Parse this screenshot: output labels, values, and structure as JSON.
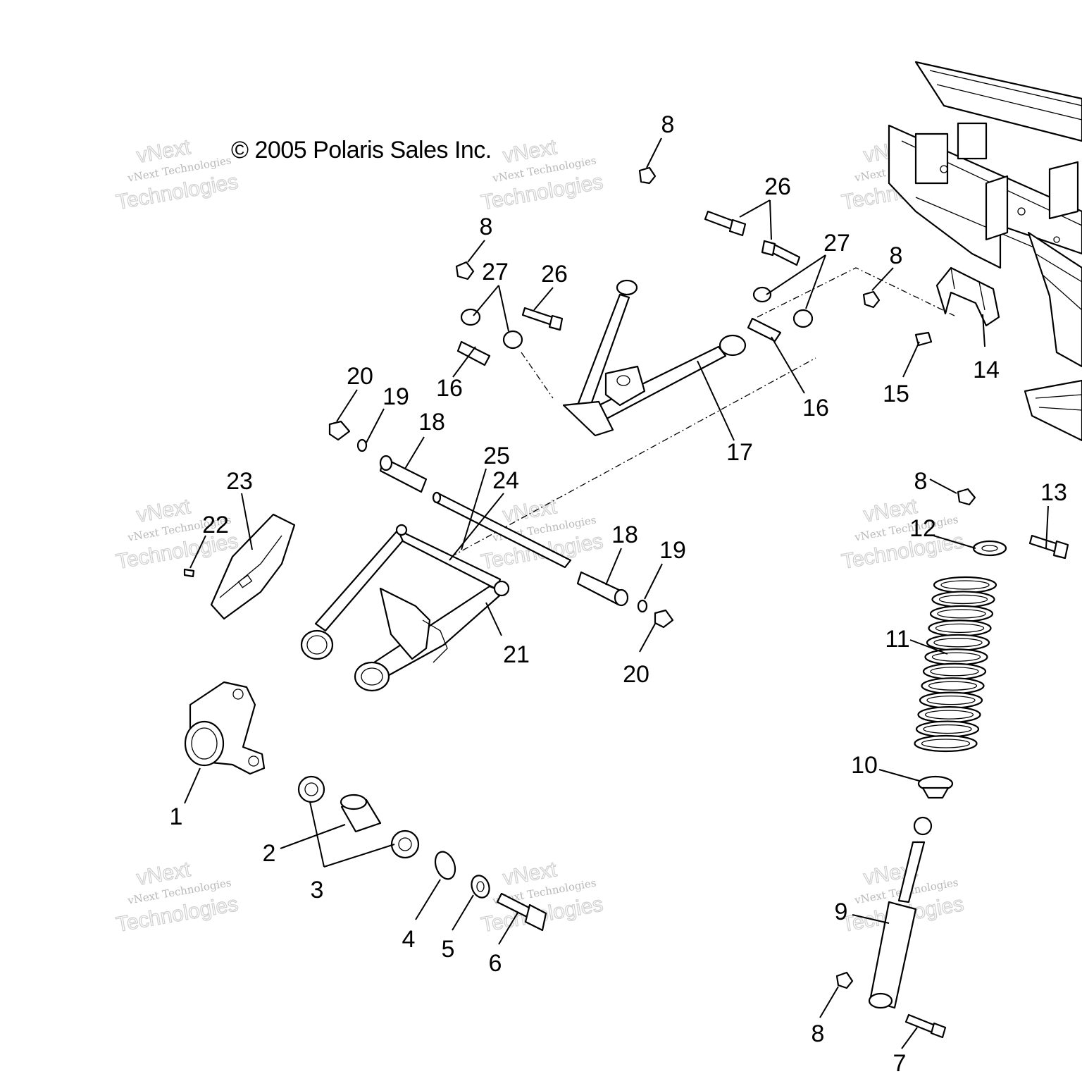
{
  "copyright": "© 2005 Polaris Sales Inc.",
  "watermark": {
    "line1": "vNext Technologies",
    "line2": "Technologies",
    "small": "vNext"
  },
  "callouts": {
    "c1": "1",
    "c2": "2",
    "c3": "3",
    "c4": "4",
    "c5": "5",
    "c6": "6",
    "c7": "7",
    "c8": "8",
    "c9": "9",
    "c10": "10",
    "c11": "11",
    "c12": "12",
    "c13": "13",
    "c14": "14",
    "c15": "15",
    "c16": "16",
    "c17": "17",
    "c18": "18",
    "c19": "19",
    "c20": "20",
    "c21": "21",
    "c22": "22",
    "c23": "23",
    "c24": "24",
    "c25": "25",
    "c26": "26",
    "c27": "27"
  }
}
